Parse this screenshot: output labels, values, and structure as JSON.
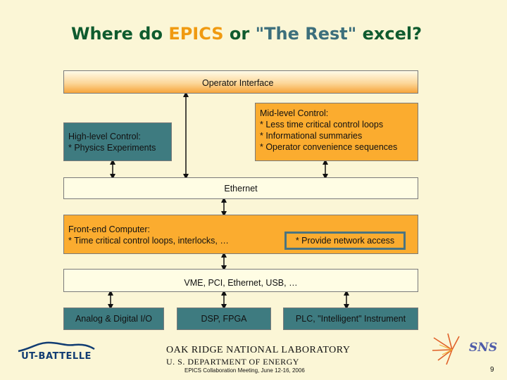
{
  "title": {
    "prefix": "Where do ",
    "epics": "EPICS",
    "middle": " or ",
    "rest": "\"The Rest\"",
    "suffix": " excel?"
  },
  "boxes": {
    "operator_interface": "Operator Interface",
    "high_level": [
      "High-level Control:",
      "* Physics Experiments"
    ],
    "mid_level": [
      "Mid-level Control:",
      "* Less time critical control loops",
      "* Informational summaries",
      "* Operator convenience sequences"
    ],
    "ethernet": "Ethernet",
    "front_end": [
      "Front-end Computer:",
      "* Time critical control loops, interlocks, …"
    ],
    "network_access": "* Provide network access",
    "bus": "VME, PCI, Ethernet, USB, …",
    "analog_io": "Analog & Digital I/O",
    "dsp": "DSP, FPGA",
    "plc": "PLC, \"Intelligent\" Instrument"
  },
  "footer": {
    "org": "OAK RIDGE NATIONAL LABORATORY",
    "dept": "U. S. DEPARTMENT OF ENERGY",
    "meeting": "EPICS Collaboration Meeting, June 12-16, 2006",
    "page": "9",
    "logo_left": "UT-BATTELLE",
    "logo_right": "SNS"
  },
  "colors": {
    "orange": "#fbac2f",
    "teal": "#3e7b80",
    "cream": "#fffde4",
    "title": "#0f5b2e",
    "epics": "#f09a10",
    "rest": "#3d6f7c"
  }
}
